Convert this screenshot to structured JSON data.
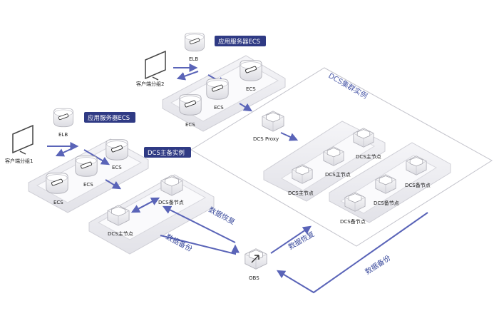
{
  "colors": {
    "accent": "#5a64b8",
    "tag_bg": "#2f3a84",
    "platform": "#ececf0",
    "node": "#f2f2f4"
  },
  "client1": {
    "label": "客户端分组1"
  },
  "client2": {
    "label": "客户端分组2"
  },
  "elb1": {
    "label": "ELB"
  },
  "elb2": {
    "label": "ELB"
  },
  "ecs_group1": {
    "tag": "应用服务器ECS",
    "nodes": [
      "ECS",
      "ECS",
      "ECS"
    ]
  },
  "ecs_group2": {
    "tag": "应用服务器ECS",
    "nodes": [
      "ECS",
      "ECS",
      "ECS"
    ]
  },
  "ms": {
    "tag": "DCS主备实例",
    "master": "DCS主节点",
    "standby": "DCS备节点"
  },
  "cluster": {
    "title": "DCS集群实例",
    "proxy": "DCS Proxy",
    "masters": [
      "DCS主节点",
      "DCS主节点",
      "DCS主节点"
    ],
    "slaves": [
      "DCS备节点",
      "DCS备节点",
      "DCS备节点"
    ]
  },
  "obs": {
    "label": "OBS"
  },
  "arrows": {
    "restore1": "数据恢复",
    "backup1": "数据备份",
    "restore2": "数据恢复",
    "backup2": "数据备份"
  }
}
